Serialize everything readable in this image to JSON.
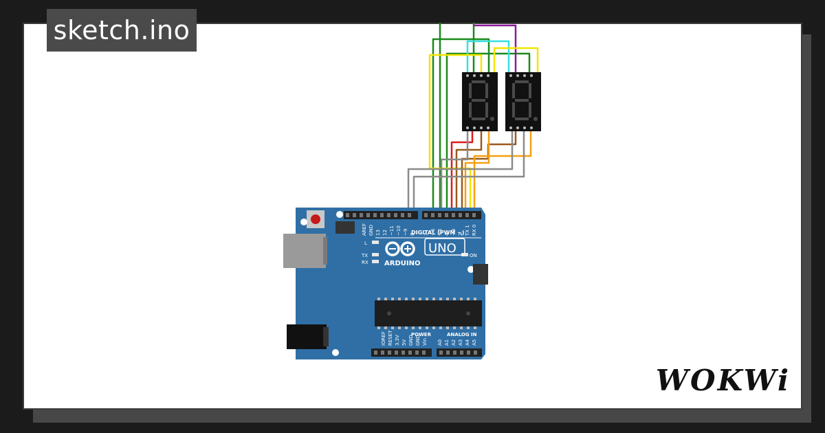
{
  "window": {
    "title": "sketch.ino"
  },
  "brand": {
    "text": "WOKWi"
  },
  "board": {
    "logo_text": "ARDUINO",
    "model": "UNO",
    "digital_header": "DIGITAL (PWM ~)",
    "power_header": "POWER",
    "analog_header": "ANALOG IN",
    "on_label": "ON",
    "l_label": "L",
    "tx_label": "TX",
    "rx_label": "RX",
    "digital_pins": [
      "AREF",
      "GND",
      "13",
      "12",
      "~11",
      "~10",
      "~9",
      "8",
      "7",
      "~6",
      "~5",
      "4",
      "~3",
      "2",
      "TX 1",
      "RX 0"
    ],
    "power_pins": [
      "IOREF",
      "RESET",
      "3.3V",
      "5V",
      "GND",
      "GND",
      "Vin"
    ],
    "analog_pins": [
      "A0",
      "A1",
      "A2",
      "A3",
      "A4",
      "A5"
    ]
  },
  "colors": {
    "board": "#2f6fa6",
    "board_dark": "#24588a",
    "display_bg": "#111111",
    "segment_off": "#4a4a4a",
    "wire_green": "#1a8a1a",
    "wire_yellow": "#f2e600",
    "wire_cyan": "#35e0e0",
    "wire_purple": "#8a1a9a",
    "wire_red": "#e01a1a",
    "wire_brown": "#9a5a1a",
    "wire_orange": "#f5a011",
    "wire_gray": "#8a8a8a"
  }
}
